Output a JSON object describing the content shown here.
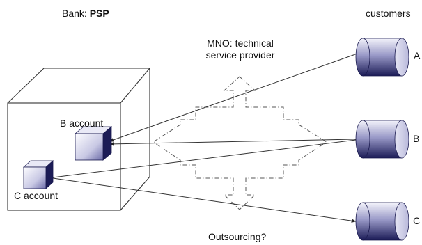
{
  "bank": {
    "prefix": "Bank:",
    "name": "PSP"
  },
  "customers_heading": "customers",
  "mno": {
    "line1": "MNO: technical",
    "line2": "service provider"
  },
  "accounts": {
    "b": "B account",
    "c": "C account"
  },
  "outsourcing": "Outsourcing?",
  "customers": [
    {
      "label": "A"
    },
    {
      "label": "B"
    },
    {
      "label": "C"
    }
  ],
  "colors": {
    "line": "#333333",
    "cube_dark": "#1a1a4f",
    "cube_light": "#f2f2fa",
    "cylinder_dark": "#20205a",
    "dashed": "#555555"
  }
}
